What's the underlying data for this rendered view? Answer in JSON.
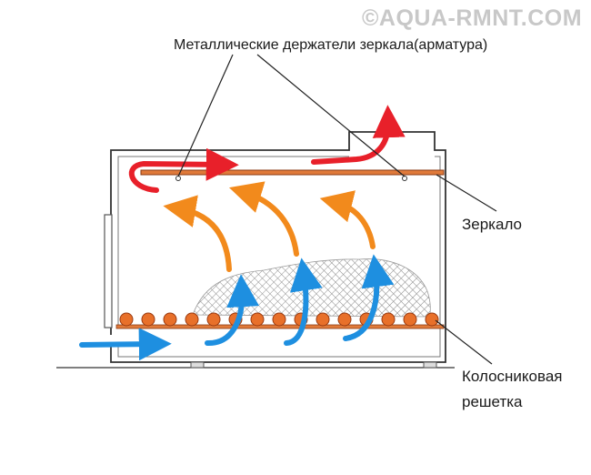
{
  "watermark": "©AQUA-RMNT.COM",
  "labels": {
    "holders": "Металлические держатели зеркала(арматура)",
    "mirror": "Зеркало",
    "grate_line1": "Колосниковая",
    "grate_line2": "решетка"
  },
  "colors": {
    "outline": "#333333",
    "mirror_rod": "#e07a3a",
    "hot_flow": "#e8202a",
    "warm_flow": "#f28a1c",
    "cold_flow": "#1e8fe0",
    "grate_ball": "#e8702a",
    "mesh": "#9a9a9a"
  }
}
